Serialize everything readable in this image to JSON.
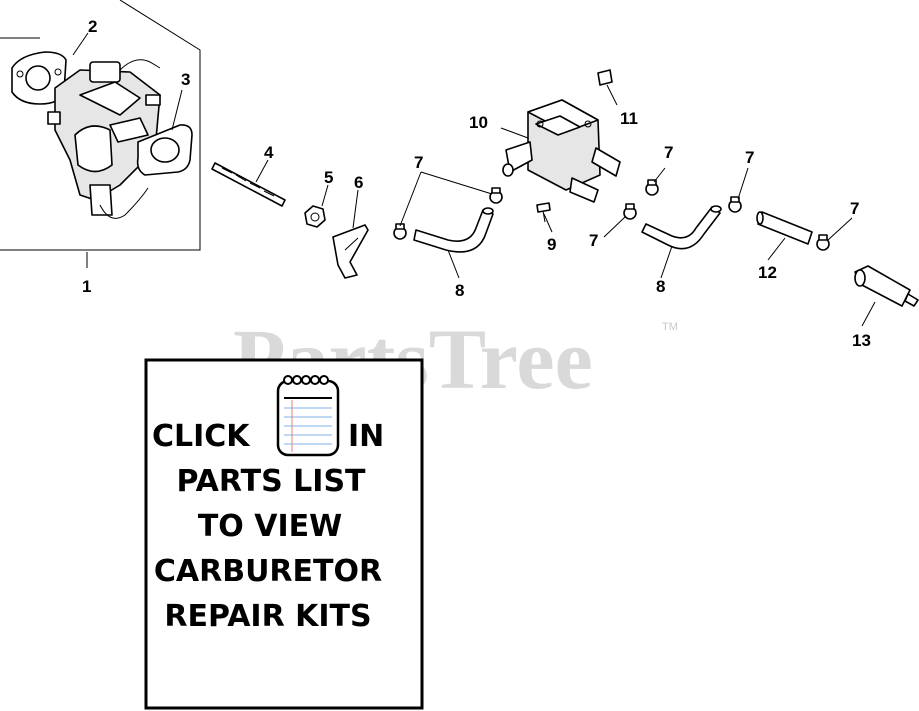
{
  "watermark": {
    "text": "PartsTree",
    "trademark": "TM"
  },
  "callouts": [
    {
      "id": "1",
      "label": "1"
    },
    {
      "id": "2",
      "label": "2"
    },
    {
      "id": "3",
      "label": "3"
    },
    {
      "id": "4",
      "label": "4"
    },
    {
      "id": "5",
      "label": "5"
    },
    {
      "id": "6",
      "label": "6"
    },
    {
      "id": "7a",
      "label": "7"
    },
    {
      "id": "7b",
      "label": "7"
    },
    {
      "id": "7c",
      "label": "7"
    },
    {
      "id": "7d",
      "label": "7"
    },
    {
      "id": "7e",
      "label": "7"
    },
    {
      "id": "8a",
      "label": "8"
    },
    {
      "id": "8b",
      "label": "8"
    },
    {
      "id": "9",
      "label": "9"
    },
    {
      "id": "10",
      "label": "10"
    },
    {
      "id": "11",
      "label": "11"
    },
    {
      "id": "12",
      "label": "12"
    },
    {
      "id": "13",
      "label": "13"
    }
  ],
  "notice": {
    "line1_before": "CLICK",
    "line1_after": "IN",
    "line2": "PARTS LIST",
    "line3": "TO VIEW",
    "line4": "CARBURETOR",
    "line5": "REPAIR KITS",
    "icon": "notepad-icon"
  }
}
